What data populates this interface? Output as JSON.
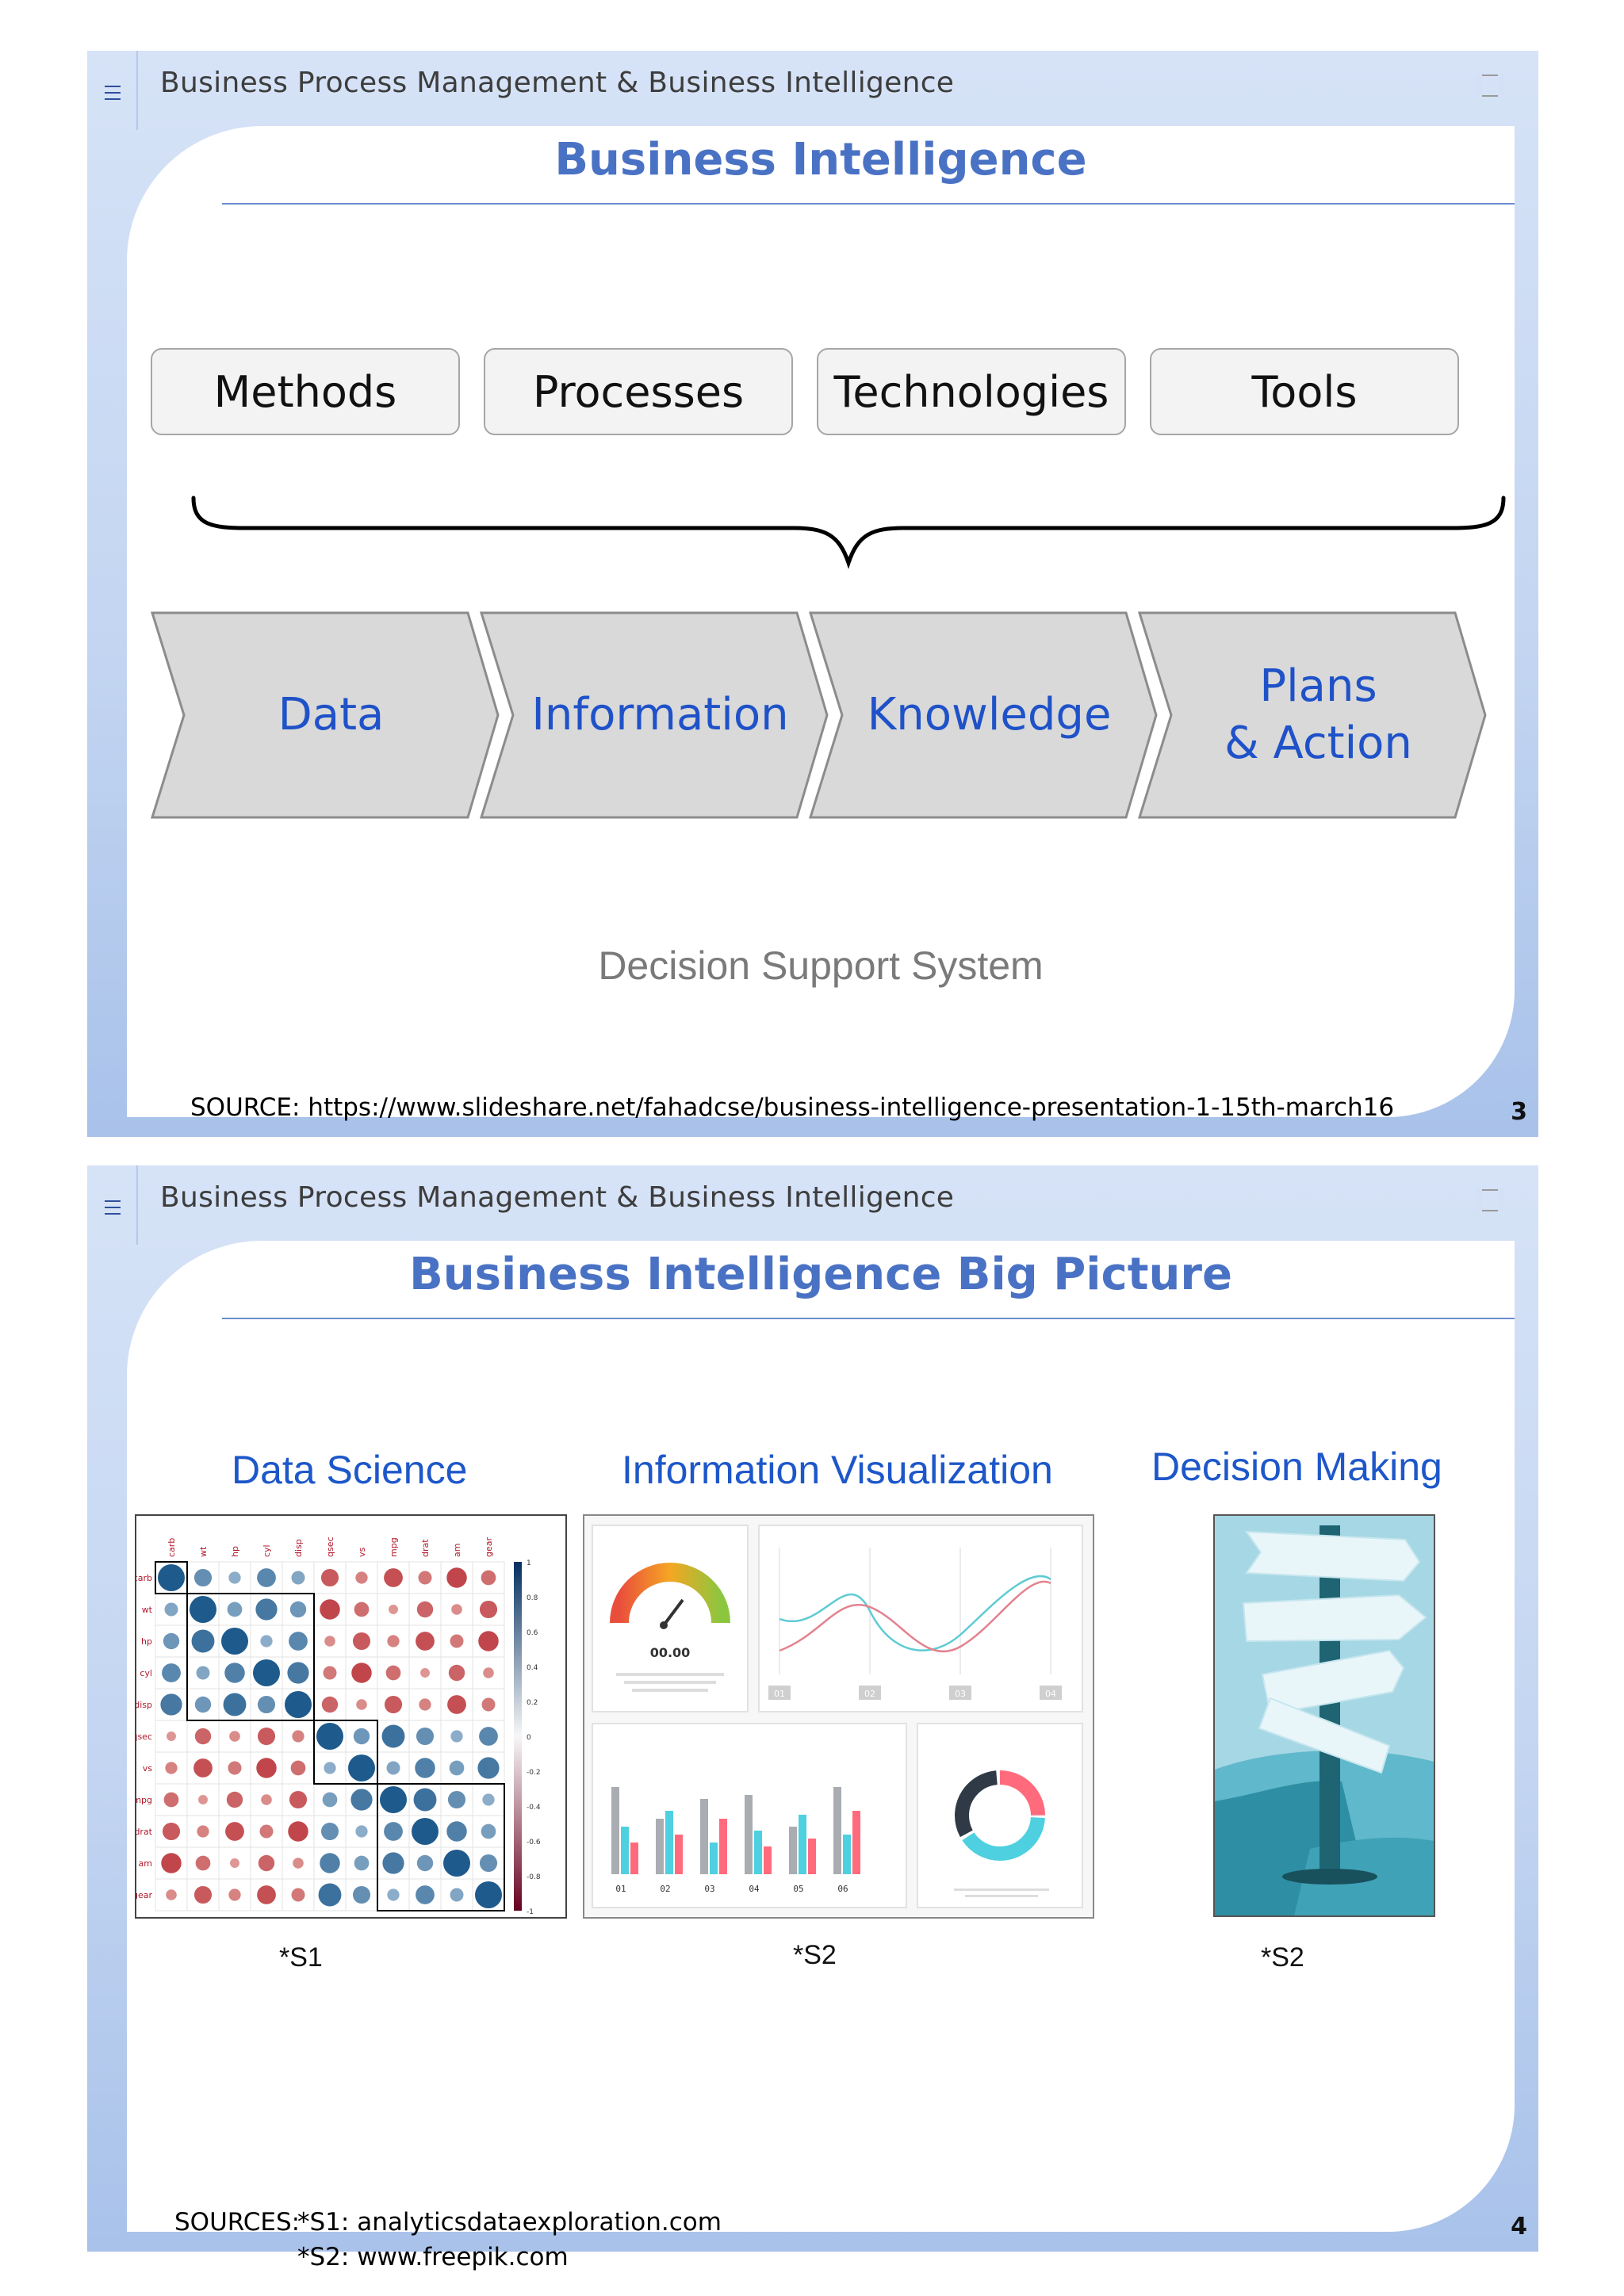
{
  "slides": [
    {
      "header_title": "Business Process Management & Business Intelligence",
      "title": "Business Intelligence",
      "pills": [
        "Methods",
        "Processes",
        "Technologies",
        "Tools"
      ],
      "chevrons": [
        "Data",
        "Information",
        "Knowledge",
        "Plans\n& Action"
      ],
      "dss_label": "Decision Support System",
      "source": "SOURCE:  https://www.slideshare.net/fahadcse/business-intelligence-presentation-1-15th-march16",
      "page_number": "3"
    },
    {
      "header_title": "Business Process Management & Business Intelligence",
      "title": "Business Intelligence Big Picture",
      "columns": [
        {
          "heading": "Data Science",
          "credit": "*S1"
        },
        {
          "heading": "Information Visualization",
          "credit": "*S2"
        },
        {
          "heading": "Decision Making",
          "credit": "*S2"
        }
      ],
      "correlation_plot": {
        "variables": [
          "carb",
          "wt",
          "hp",
          "cyl",
          "disp",
          "qsec",
          "vs",
          "mpg",
          "drat",
          "am",
          "gear"
        ],
        "scale_ticks": [
          "1",
          "0.8",
          "0.6",
          "0.4",
          "0.2",
          "0",
          "-0.2",
          "-0.4",
          "-0.6",
          "-0.8",
          "-1"
        ]
      },
      "dashboard": {
        "gauge_value": "00.00",
        "line_chart_x": [
          "01",
          "02",
          "03",
          "04"
        ],
        "bar_chart_x": [
          "01",
          "02",
          "03",
          "04",
          "05",
          "06"
        ]
      },
      "sources_label": "SOURCES:",
      "sources": [
        "*S1: analyticsdataexploration.com",
        "*S2: www.freepik.com"
      ],
      "page_number": "4"
    }
  ],
  "colors": {
    "title_blue": "#4a72c4",
    "chevron_text": "#1f52c8",
    "heading_blue": "#1d57c9",
    "positive_corr": "#2166ac",
    "negative_corr": "#b2182b"
  }
}
